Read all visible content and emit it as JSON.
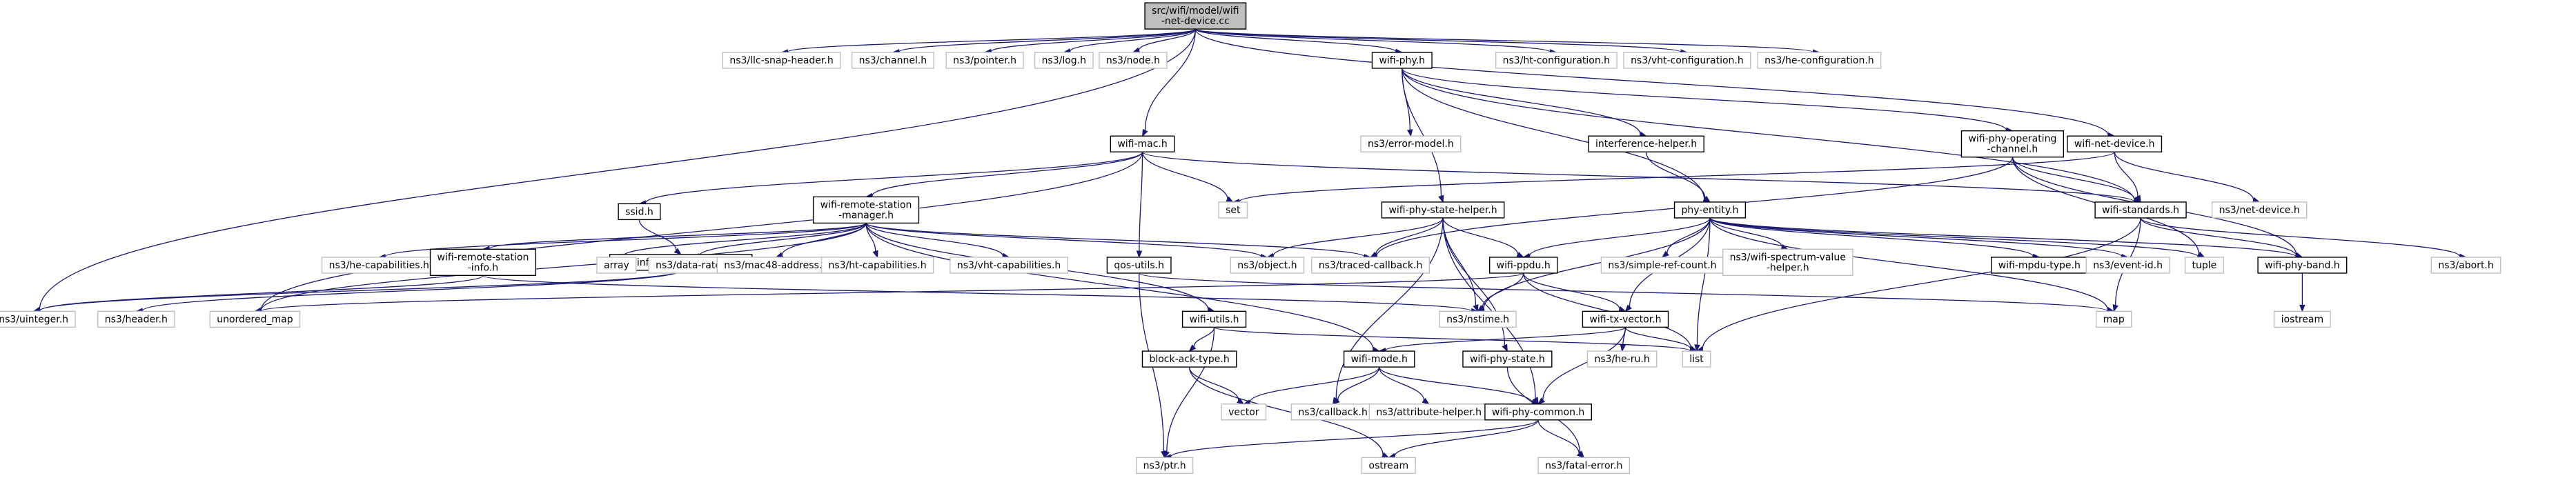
{
  "colors": {
    "edge": "#191970",
    "main_fill": "#bfbfbf",
    "local_border": "#000000",
    "external_border": "#bfbfbf"
  },
  "nodes": [
    {
      "id": "root",
      "kind": "main",
      "label": [
        "src/wifi/model/wifi",
        "-net-device.cc"
      ]
    },
    {
      "id": "llc",
      "kind": "ext",
      "label": [
        "ns3/llc-snap-header.h"
      ]
    },
    {
      "id": "channel",
      "kind": "ext",
      "label": [
        "ns3/channel.h"
      ]
    },
    {
      "id": "pointer",
      "kind": "ext",
      "label": [
        "ns3/pointer.h"
      ]
    },
    {
      "id": "log",
      "kind": "ext",
      "label": [
        "ns3/log.h"
      ]
    },
    {
      "id": "node",
      "kind": "ext",
      "label": [
        "ns3/node.h"
      ]
    },
    {
      "id": "wifiphy",
      "kind": "local",
      "label": [
        "wifi-phy.h"
      ]
    },
    {
      "id": "htconf",
      "kind": "ext",
      "label": [
        "ns3/ht-configuration.h"
      ]
    },
    {
      "id": "vhtconf",
      "kind": "ext",
      "label": [
        "ns3/vht-configuration.h"
      ]
    },
    {
      "id": "heconf",
      "kind": "ext",
      "label": [
        "ns3/he-configuration.h"
      ]
    },
    {
      "id": "errormodel",
      "kind": "ext",
      "label": [
        "ns3/error-model.h"
      ]
    },
    {
      "id": "interference",
      "kind": "local",
      "label": [
        "interference-helper.h"
      ]
    },
    {
      "id": "phyopch",
      "kind": "local",
      "label": [
        "wifi-phy-operating",
        "-channel.h"
      ]
    },
    {
      "id": "netdevh",
      "kind": "local",
      "label": [
        "wifi-net-device.h"
      ]
    },
    {
      "id": "wifimac",
      "kind": "local",
      "label": [
        "wifi-mac.h"
      ]
    },
    {
      "id": "set",
      "kind": "ext",
      "label": [
        "set"
      ]
    },
    {
      "id": "ssid",
      "kind": "local",
      "label": [
        "ssid.h"
      ]
    },
    {
      "id": "rsm",
      "kind": "local",
      "label": [
        "wifi-remote-station",
        "-manager.h"
      ]
    },
    {
      "id": "standards",
      "kind": "local",
      "label": [
        "wifi-standards.h"
      ]
    },
    {
      "id": "nsnetdev",
      "kind": "ext",
      "label": [
        "ns3/net-device.h"
      ]
    },
    {
      "id": "statehelper",
      "kind": "local",
      "label": [
        "wifi-phy-state-helper.h"
      ]
    },
    {
      "id": "phyentity",
      "kind": "local",
      "label": [
        "phy-entity.h"
      ]
    },
    {
      "id": "infoelem",
      "kind": "local",
      "label": [
        "wifi-information-element.h"
      ]
    },
    {
      "id": "hecap",
      "kind": "ext",
      "label": [
        "ns3/he-capabilities.h"
      ]
    },
    {
      "id": "rsinfo",
      "kind": "local",
      "label": [
        "wifi-remote-station",
        "-info.h"
      ]
    },
    {
      "id": "array",
      "kind": "ext",
      "label": [
        "array"
      ]
    },
    {
      "id": "datarate",
      "kind": "ext",
      "label": [
        "ns3/data-rate.h"
      ]
    },
    {
      "id": "mac48",
      "kind": "ext",
      "label": [
        "ns3/mac48-address.h"
      ]
    },
    {
      "id": "htcap",
      "kind": "ext",
      "label": [
        "ns3/ht-capabilities.h"
      ]
    },
    {
      "id": "vhtcap",
      "kind": "ext",
      "label": [
        "ns3/vht-capabilities.h"
      ]
    },
    {
      "id": "qos",
      "kind": "local",
      "label": [
        "qos-utils.h"
      ]
    },
    {
      "id": "object",
      "kind": "ext",
      "label": [
        "ns3/object.h"
      ]
    },
    {
      "id": "traced",
      "kind": "ext",
      "label": [
        "ns3/traced-callback.h"
      ]
    },
    {
      "id": "ppdu",
      "kind": "local",
      "label": [
        "wifi-ppdu.h"
      ]
    },
    {
      "id": "simpleref",
      "kind": "ext",
      "label": [
        "ns3/simple-ref-count.h"
      ]
    },
    {
      "id": "spectrum",
      "kind": "ext",
      "label": [
        "ns3/wifi-spectrum-value",
        "-helper.h"
      ]
    },
    {
      "id": "mpdutype",
      "kind": "local",
      "label": [
        "wifi-mpdu-type.h"
      ]
    },
    {
      "id": "eventid",
      "kind": "ext",
      "label": [
        "ns3/event-id.h"
      ]
    },
    {
      "id": "tuple",
      "kind": "ext",
      "label": [
        "tuple"
      ]
    },
    {
      "id": "band",
      "kind": "local",
      "label": [
        "wifi-phy-band.h"
      ]
    },
    {
      "id": "abort",
      "kind": "ext",
      "label": [
        "ns3/abort.h"
      ]
    },
    {
      "id": "uinteger",
      "kind": "ext",
      "label": [
        "ns3/uinteger.h"
      ]
    },
    {
      "id": "header",
      "kind": "ext",
      "label": [
        "ns3/header.h"
      ]
    },
    {
      "id": "umap",
      "kind": "ext",
      "label": [
        "unordered_map"
      ]
    },
    {
      "id": "nstime",
      "kind": "ext",
      "label": [
        "ns3/nstime.h"
      ]
    },
    {
      "id": "wifiutils",
      "kind": "local",
      "label": [
        "wifi-utils.h"
      ]
    },
    {
      "id": "txvector",
      "kind": "local",
      "label": [
        "wifi-tx-vector.h"
      ]
    },
    {
      "id": "map",
      "kind": "ext",
      "label": [
        "map"
      ]
    },
    {
      "id": "iostream",
      "kind": "ext",
      "label": [
        "iostream"
      ]
    },
    {
      "id": "blockack",
      "kind": "local",
      "label": [
        "block-ack-type.h"
      ]
    },
    {
      "id": "wifimode",
      "kind": "local",
      "label": [
        "wifi-mode.h"
      ]
    },
    {
      "id": "physstate",
      "kind": "local",
      "label": [
        "wifi-phy-state.h"
      ]
    },
    {
      "id": "heru",
      "kind": "ext",
      "label": [
        "ns3/he-ru.h"
      ]
    },
    {
      "id": "list",
      "kind": "ext",
      "label": [
        "list"
      ]
    },
    {
      "id": "vector",
      "kind": "ext",
      "label": [
        "vector"
      ]
    },
    {
      "id": "callback",
      "kind": "ext",
      "label": [
        "ns3/callback.h"
      ]
    },
    {
      "id": "attrhelper",
      "kind": "ext",
      "label": [
        "ns3/attribute-helper.h"
      ]
    },
    {
      "id": "phycommon",
      "kind": "local",
      "label": [
        "wifi-phy-common.h"
      ]
    },
    {
      "id": "ptr",
      "kind": "ext",
      "label": [
        "ns3/ptr.h"
      ]
    },
    {
      "id": "ostream",
      "kind": "ext",
      "label": [
        "ostream"
      ]
    },
    {
      "id": "fatal",
      "kind": "ext",
      "label": [
        "ns3/fatal-error.h"
      ]
    }
  ],
  "edges": [
    [
      "root",
      "llc"
    ],
    [
      "root",
      "channel"
    ],
    [
      "root",
      "pointer"
    ],
    [
      "root",
      "log"
    ],
    [
      "root",
      "node"
    ],
    [
      "root",
      "wifiphy"
    ],
    [
      "root",
      "htconf"
    ],
    [
      "root",
      "vhtconf"
    ],
    [
      "root",
      "heconf"
    ],
    [
      "root",
      "wifimac"
    ],
    [
      "root",
      "netdevh"
    ],
    [
      "root",
      "uinteger"
    ],
    [
      "wifiphy",
      "errormodel"
    ],
    [
      "wifiphy",
      "interference"
    ],
    [
      "wifiphy",
      "phyopch"
    ],
    [
      "wifiphy",
      "statehelper"
    ],
    [
      "wifiphy",
      "phyentity"
    ],
    [
      "wifiphy",
      "standards"
    ],
    [
      "interference",
      "phyentity"
    ],
    [
      "phyopch",
      "standards"
    ],
    [
      "phyopch",
      "band"
    ],
    [
      "phyopch",
      "tuple"
    ],
    [
      "phyopch",
      "traced"
    ],
    [
      "netdevh",
      "nsnetdev"
    ],
    [
      "netdevh",
      "standards"
    ],
    [
      "netdevh",
      "set"
    ],
    [
      "wifimac",
      "ssid"
    ],
    [
      "wifimac",
      "rsm"
    ],
    [
      "wifimac",
      "set"
    ],
    [
      "wifimac",
      "standards"
    ],
    [
      "wifimac",
      "qos"
    ],
    [
      "wifimac",
      "umap"
    ],
    [
      "ssid",
      "infoelem"
    ],
    [
      "infoelem",
      "header"
    ],
    [
      "infoelem",
      "uinteger"
    ],
    [
      "rsm",
      "hecap"
    ],
    [
      "rsm",
      "rsinfo"
    ],
    [
      "rsm",
      "array"
    ],
    [
      "rsm",
      "datarate"
    ],
    [
      "rsm",
      "mac48"
    ],
    [
      "rsm",
      "htcap"
    ],
    [
      "rsm",
      "vhtcap"
    ],
    [
      "rsm",
      "object"
    ],
    [
      "rsm",
      "traced"
    ],
    [
      "rsm",
      "umap"
    ],
    [
      "rsm",
      "wifiutils"
    ],
    [
      "rsm",
      "wifimode"
    ],
    [
      "rsinfo",
      "uinteger"
    ],
    [
      "rsinfo",
      "nstime"
    ],
    [
      "qos",
      "ptr"
    ],
    [
      "qos",
      "map"
    ],
    [
      "statehelper",
      "object"
    ],
    [
      "statehelper",
      "traced"
    ],
    [
      "statehelper",
      "ppdu"
    ],
    [
      "statehelper",
      "nstime"
    ],
    [
      "statehelper",
      "physstate"
    ],
    [
      "statehelper",
      "phycommon"
    ],
    [
      "statehelper",
      "callback"
    ],
    [
      "phyentity",
      "ppdu"
    ],
    [
      "phyentity",
      "simpleref"
    ],
    [
      "phyentity",
      "spectrum"
    ],
    [
      "phyentity",
      "mpdutype"
    ],
    [
      "phyentity",
      "eventid"
    ],
    [
      "phyentity",
      "tuple"
    ],
    [
      "phyentity",
      "band"
    ],
    [
      "phyentity",
      "map"
    ],
    [
      "phyentity",
      "nstime"
    ],
    [
      "phyentity",
      "txvector"
    ],
    [
      "phyentity",
      "list"
    ],
    [
      "standards",
      "abort"
    ],
    [
      "standards",
      "band"
    ],
    [
      "standards",
      "map"
    ],
    [
      "standards",
      "list"
    ],
    [
      "band",
      "iostream"
    ],
    [
      "ppdu",
      "nstime"
    ],
    [
      "ppdu",
      "txvector"
    ],
    [
      "ppdu",
      "list"
    ],
    [
      "ppdu",
      "umap"
    ],
    [
      "wifiutils",
      "blockack"
    ],
    [
      "wifiutils",
      "ptr"
    ],
    [
      "wifiutils",
      "list"
    ],
    [
      "txvector",
      "wifimode"
    ],
    [
      "txvector",
      "heru"
    ],
    [
      "txvector",
      "list"
    ],
    [
      "txvector",
      "phycommon"
    ],
    [
      "blockack",
      "vector"
    ],
    [
      "blockack",
      "ostream"
    ],
    [
      "wifimode",
      "vector"
    ],
    [
      "wifimode",
      "callback"
    ],
    [
      "wifimode",
      "attrhelper"
    ],
    [
      "wifimode",
      "phycommon"
    ],
    [
      "physstate",
      "fatal"
    ],
    [
      "phycommon",
      "ptr"
    ],
    [
      "phycommon",
      "ostream"
    ],
    [
      "phycommon",
      "fatal"
    ]
  ]
}
